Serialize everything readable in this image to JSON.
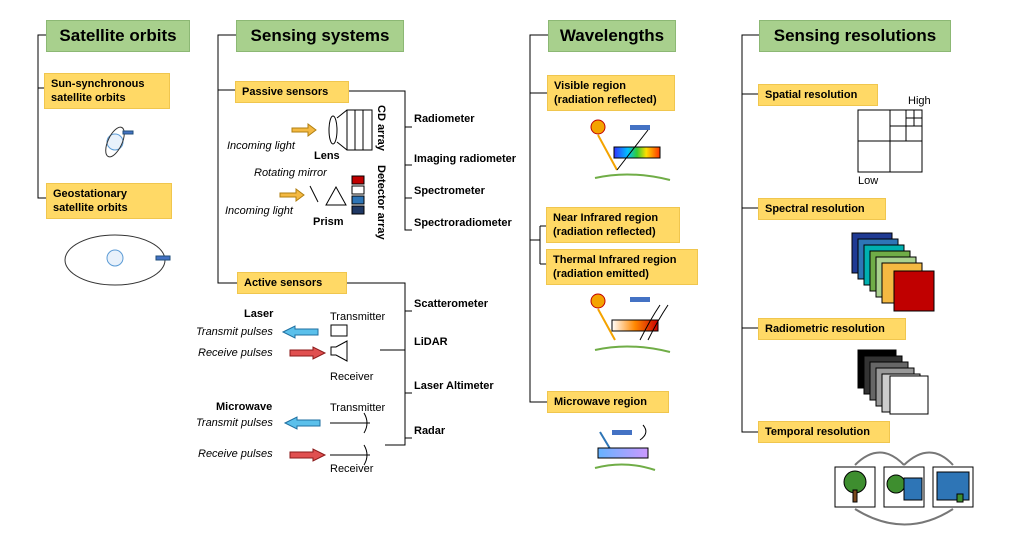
{
  "headers": {
    "satellite_orbits": "Satellite orbits",
    "sensing_systems": "Sensing systems",
    "wavelengths": "Wavelengths",
    "sensing_resolutions": "Sensing resolutions"
  },
  "orbits": {
    "sun_sync_line1": "Sun-synchronous",
    "sun_sync_line2": "satellite orbits",
    "geo_line1": "Geostationary",
    "geo_line2": "satellite orbits"
  },
  "sensing": {
    "passive": "Passive sensors",
    "active": "Active sensors",
    "incoming_light_1": "Incoming light",
    "lens": "Lens",
    "cd_array": "CD array",
    "rotating_mirror": "Rotating mirror",
    "incoming_light_2": "Incoming light",
    "prism": "Prism",
    "detector_array": "Detector array",
    "passive_items": [
      "Radiometer",
      "Imaging radiometer",
      "Spectrometer",
      "Spectroradiometer"
    ],
    "active_items": [
      "Scatterometer",
      "LiDAR",
      "Laser Altimeter",
      "Radar"
    ],
    "laser": "Laser",
    "transmitter_1": "Transmitter",
    "transmit_pulses_1": "Transmit pulses",
    "receive_pulses_1": "Receive pulses",
    "receiver_1": "Receiver",
    "microwave": "Microwave",
    "transmitter_2": "Transmitter",
    "transmit_pulses_2": "Transmit pulses",
    "receive_pulses_2": "Receive pulses",
    "receiver_2": "Receiver"
  },
  "wavelengths": {
    "visible_line1": "Visible region",
    "visible_line2": "(radiation reflected)",
    "nir_line1": "Near Infrared region",
    "nir_line2": "(radiation reflected)",
    "tir_line1": "Thermal Infrared region",
    "tir_line2": "(radiation emitted)",
    "microwave": "Microwave region"
  },
  "resolutions": {
    "spatial": "Spatial resolution",
    "high": "High",
    "low": "Low",
    "spectral": "Spectral resolution",
    "radiometric": "Radiometric resolution",
    "temporal": "Temporal resolution"
  },
  "colors": {
    "header_green": "#a8d08d",
    "subheader_yellow": "#ffd966",
    "arrow_blue": "#5bc0eb",
    "arrow_red": "#e05050",
    "arrow_orange": "#f4b942"
  }
}
